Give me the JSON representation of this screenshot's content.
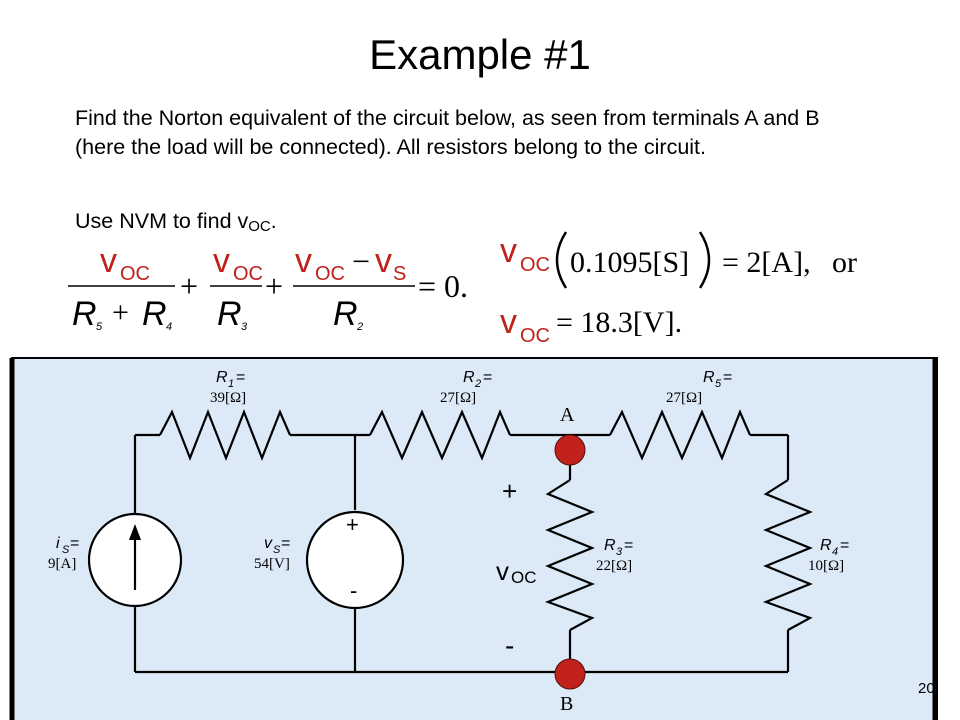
{
  "slide": {
    "title": "Example #1",
    "paragraph": "Find the Norton equivalent of the circuit below, as seen from terminals A and B (here the load will be connected). All resistors belong to the circuit.",
    "instruction_text": "Use NVM to find v",
    "instruction_sub": "OC",
    "instruction_end": ".",
    "slide_number": "20"
  },
  "equation_left": {
    "v": "v",
    "oc": "OC",
    "s": "S",
    "R": "R",
    "sub5": "5",
    "sub4": "4",
    "sub3": "3",
    "sub2": "2",
    "plus": "+",
    "minus": "−",
    "equals_zero": "= 0."
  },
  "equation_right": {
    "line1_value": "0.1095[S]",
    "line1_rhs": "= 2[A],",
    "line1_or": "or",
    "line2_rhs": "= 18.3[V]."
  },
  "circuit": {
    "colors": {
      "background": "#dce9f6",
      "node": "#c0211b",
      "wire": "#000000"
    },
    "R1": {
      "name": "R",
      "sub": "1",
      "eq": "=",
      "value": "39[Ω]"
    },
    "R2": {
      "name": "R",
      "sub": "2",
      "eq": "=",
      "value": "27[Ω]"
    },
    "R5": {
      "name": "R",
      "sub": "5",
      "eq": "=",
      "value": "27[Ω]"
    },
    "R3": {
      "name": "R",
      "sub": "3",
      "eq": "=",
      "value": "22[Ω]"
    },
    "R4": {
      "name": "R",
      "sub": "4",
      "eq": "=",
      "value": "10[Ω]"
    },
    "iS": {
      "name": "i",
      "sub": "S",
      "eq": "=",
      "value": "9[A]"
    },
    "vS": {
      "name": "v",
      "sub": "S",
      "eq": "=",
      "value": "54[V]"
    },
    "source_plus": "+",
    "source_minus": "-",
    "terminal_A": "A",
    "terminal_B": "B",
    "voc_plus": "+",
    "voc_label": "v",
    "voc_sub": "OC",
    "voc_minus": "-"
  }
}
